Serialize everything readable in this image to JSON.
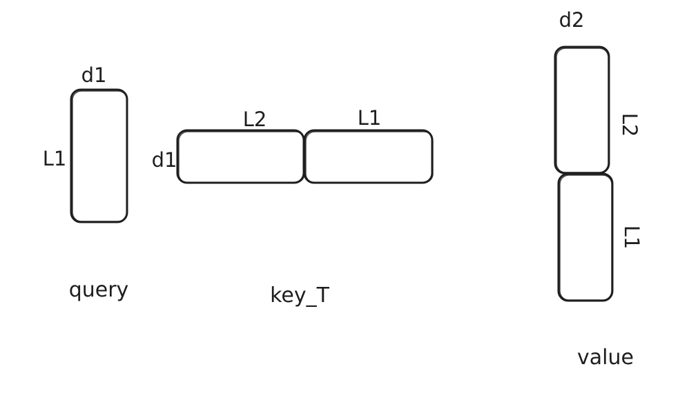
{
  "query": {
    "name": "query",
    "top_dim": "d1",
    "side_dim": "L1"
  },
  "key_t": {
    "name": "key_T",
    "left_dim": "d1",
    "block1_dim": "L2",
    "block2_dim": "L1"
  },
  "value": {
    "name": "value",
    "top_dim": "d2",
    "block1_dim": "L2",
    "block2_dim": "L1"
  }
}
